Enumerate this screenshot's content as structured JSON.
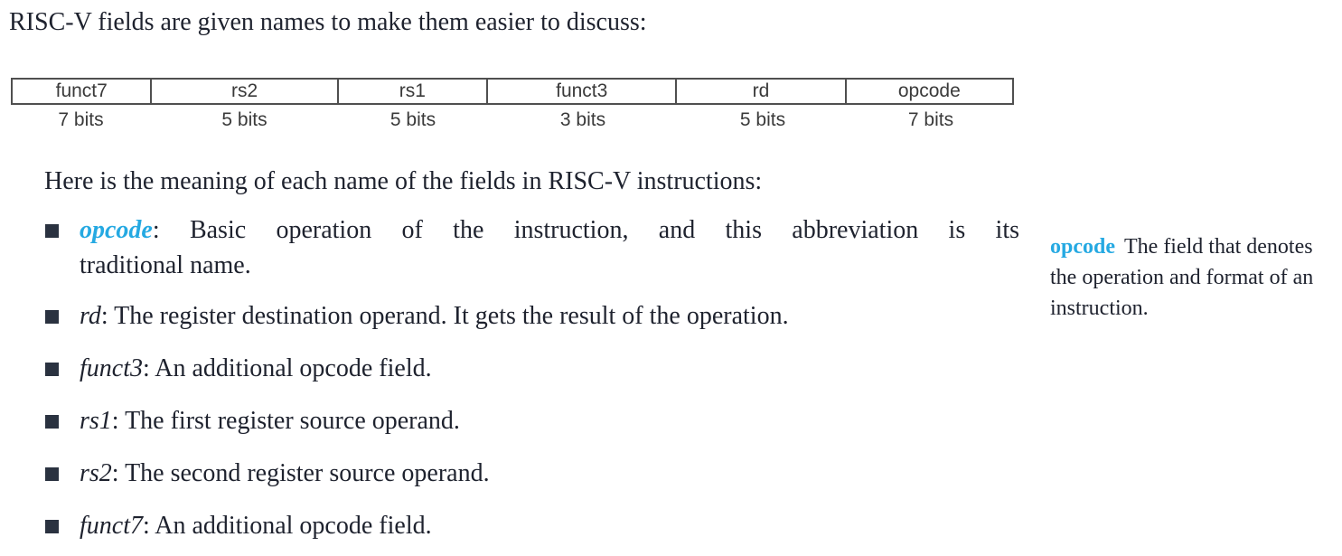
{
  "intro": "RISC-V fields are given names to make them easier to discuss:",
  "field_table": {
    "fields": [
      {
        "name": "funct7",
        "bits": "7 bits"
      },
      {
        "name": "rs2",
        "bits": "5 bits"
      },
      {
        "name": "rs1",
        "bits": "5 bits"
      },
      {
        "name": "funct3",
        "bits": "3 bits"
      },
      {
        "name": "rd",
        "bits": "5 bits"
      },
      {
        "name": "opcode",
        "bits": "7 bits"
      }
    ]
  },
  "para": "Here is the meaning of each name of the fields in RISC-V instructions:",
  "list": {
    "items": [
      {
        "term": "opcode",
        "rest_line1": ": Basic operation of the instruction, and this abbreviation is its",
        "line2": "traditional name."
      },
      {
        "term": "rd",
        "rest": ": The register destination operand. It gets the result of the operation."
      },
      {
        "term": "funct3",
        "rest": ": An additional opcode field."
      },
      {
        "term": "rs1",
        "rest": ": The first register source operand."
      },
      {
        "term": "rs2",
        "rest": ": The second register source operand."
      },
      {
        "term": "funct7",
        "rest": ": An additional opcode field."
      }
    ]
  },
  "margin_note": {
    "term": "opcode",
    "definition": "The field that denotes the operation and format of an instruction."
  },
  "colors": {
    "accent_cyan": "#25a9e2",
    "body_text": "#1e222e",
    "bullet_square": "#2a3240",
    "table_border": "#4f4f4f",
    "table_text": "#3a3a3a"
  }
}
